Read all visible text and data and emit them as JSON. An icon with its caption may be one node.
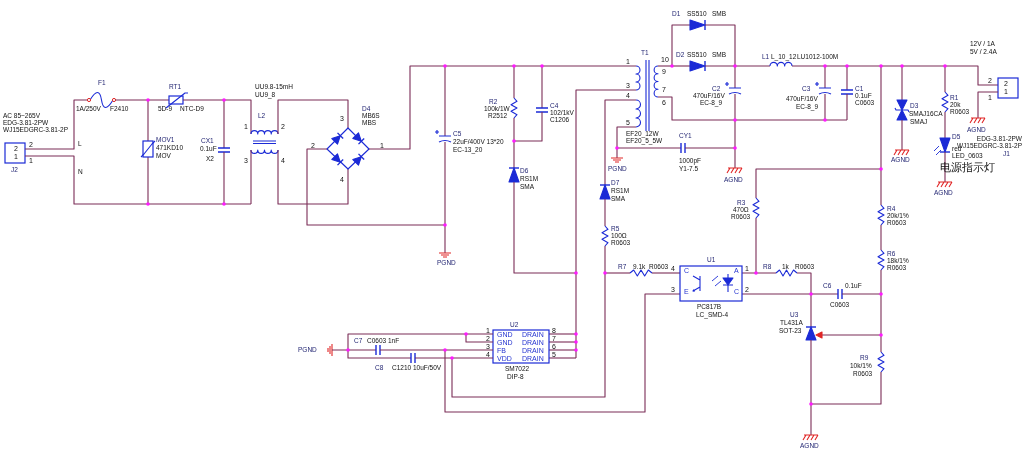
{
  "diagram": {
    "labels": [
      "AC 85~265V",
      "EDG-3.81-2PW",
      "WJ15EDGRC-3.81-2P",
      "2",
      "1",
      "2",
      "1",
      "J2",
      "L",
      "N",
      "F1",
      "1A/250V",
      "F2410",
      "RT1",
      "5D-9",
      "NTC-D9",
      "MOV1",
      "471KD10",
      "MOV",
      "CX1",
      "0.1uF",
      "X2",
      "L2",
      "1",
      "2",
      "3",
      "4",
      "UU9.8-15mH",
      "UU9_8",
      "D4",
      "MB6S",
      "MBS",
      "3",
      "2",
      "1",
      "4",
      "C5",
      "22uF/400V 13*20",
      "EC-13_20",
      "PGND",
      "R2",
      "100k/1W",
      "R2512",
      "C4",
      "102/1kV",
      "C1206",
      "D6",
      "RS1M",
      "SMA",
      "D1",
      "SS510",
      "SMB",
      "T1",
      "1",
      "3",
      "4",
      "5",
      "10",
      "9",
      "7",
      "6",
      "D2",
      "SS510",
      "SMB",
      "L1",
      "L_10_12",
      "LU1012-100M",
      "C2",
      "470uF/16V",
      "EC-8_9",
      "C3",
      "470uF/16V",
      "EC-8_9",
      "C1",
      "0.1uF",
      "C0603",
      "EF20_12W",
      "EF20_5_5W",
      "CY1",
      "PGND",
      "1000pF",
      "Y1-7.5",
      "AGND",
      "12V / 1A",
      "5V / 2.4A",
      "2",
      "1",
      "2",
      "1",
      "AGND",
      "EDG-3.81-2PW",
      "WJ15EDGRC-3.81-2P",
      "J1",
      "D3",
      "SMAJ16CA",
      "SMAJ",
      "AGND",
      "R1",
      "20k",
      "R0603",
      "D5",
      "red",
      "LED_0603",
      "电源指示灯",
      "AGND",
      "R3",
      "470Ω",
      "R0603",
      "R4",
      "20k/1%",
      "R0603",
      "R6",
      "18k/1%",
      "R0603",
      "D7",
      "RS1M",
      "SMA",
      "R5",
      "100Ω",
      "R0603",
      "R7",
      "9.1k",
      "R0603",
      "U1",
      "4",
      "C",
      "A",
      "1",
      "3",
      "E",
      "C",
      "2",
      "PC817B",
      "LC_SMD-4",
      "R8",
      "1k",
      "R0603",
      "C6",
      "0.1uF",
      "C0603",
      "U3",
      "TL431A",
      "SOT-23",
      "R9",
      "10k/1%",
      "R0603",
      "AGND",
      "PGND",
      "C7",
      "C0603 1nF",
      "C8",
      "C1210 10uF/50V",
      "U2",
      "1",
      "2",
      "3",
      "4",
      "8",
      "7",
      "6",
      "5",
      "GND",
      "GND",
      "FB",
      "VDD",
      "DRAIN",
      "DRAIN",
      "DRAIN",
      "DRAIN",
      "SM7022",
      "DIP-8"
    ]
  }
}
